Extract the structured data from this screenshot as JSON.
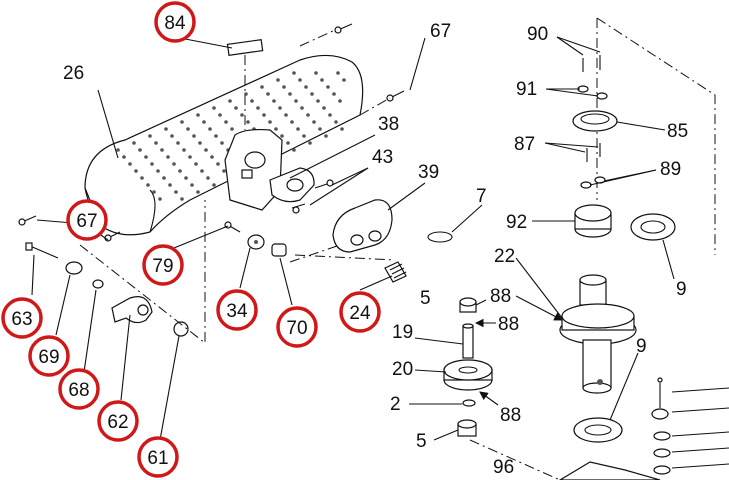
{
  "callouts_circled": [
    {
      "id": "c84",
      "text": "84"
    },
    {
      "id": "c67",
      "text": "67"
    },
    {
      "id": "c79",
      "text": "79"
    },
    {
      "id": "c34",
      "text": "34"
    },
    {
      "id": "c70",
      "text": "70"
    },
    {
      "id": "c24",
      "text": "24"
    },
    {
      "id": "c63",
      "text": "63"
    },
    {
      "id": "c69",
      "text": "69"
    },
    {
      "id": "c68",
      "text": "68"
    },
    {
      "id": "c62",
      "text": "62"
    },
    {
      "id": "c61",
      "text": "61"
    }
  ],
  "labels_plain": [
    {
      "id": "l67",
      "text": "67"
    },
    {
      "id": "l26",
      "text": "26"
    },
    {
      "id": "l38",
      "text": "38"
    },
    {
      "id": "l43",
      "text": "43"
    },
    {
      "id": "l39",
      "text": "39"
    },
    {
      "id": "l7",
      "text": "7"
    },
    {
      "id": "l90",
      "text": "90"
    },
    {
      "id": "l91",
      "text": "91"
    },
    {
      "id": "l85",
      "text": "85"
    },
    {
      "id": "l87",
      "text": "87"
    },
    {
      "id": "l89",
      "text": "89"
    },
    {
      "id": "l92",
      "text": "92"
    },
    {
      "id": "l22",
      "text": "22"
    },
    {
      "id": "l9a",
      "text": "9"
    },
    {
      "id": "l5a",
      "text": "5"
    },
    {
      "id": "l88a",
      "text": "88"
    },
    {
      "id": "l88b",
      "text": "88"
    },
    {
      "id": "l19",
      "text": "19"
    },
    {
      "id": "l20",
      "text": "20"
    },
    {
      "id": "l9b",
      "text": "9"
    },
    {
      "id": "l2",
      "text": "2"
    },
    {
      "id": "l88c",
      "text": "88"
    },
    {
      "id": "l5b",
      "text": "5"
    },
    {
      "id": "l96",
      "text": "96"
    }
  ],
  "colors": {
    "callout_ring": "#d01818",
    "line": "#111111"
  }
}
